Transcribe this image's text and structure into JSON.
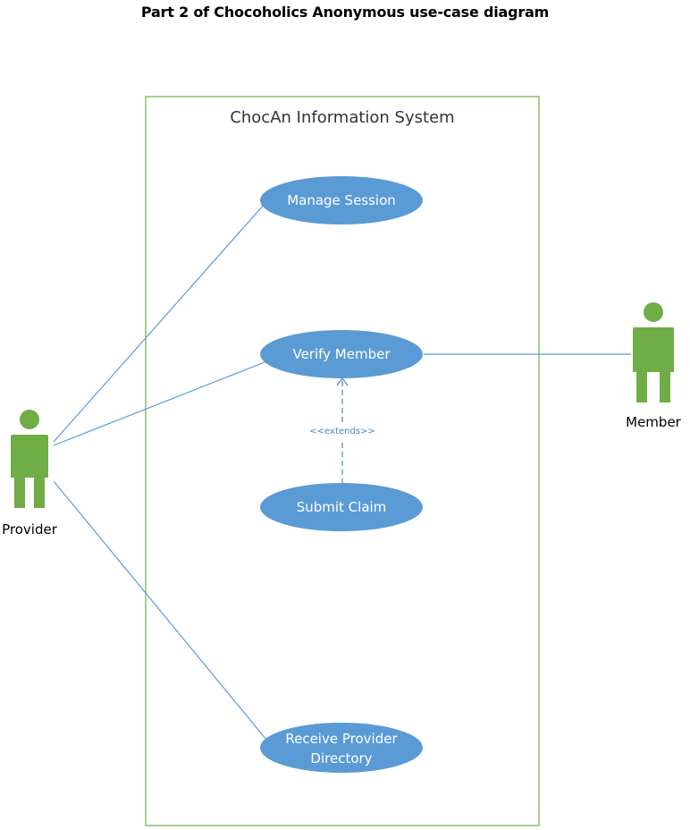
{
  "title": "Part 2 of Chocoholics Anonymous use-case diagram",
  "system": {
    "name": "ChocAn Information System"
  },
  "actors": {
    "provider": "Provider",
    "member": "Member"
  },
  "use_cases": {
    "manage_session": "Manage Session",
    "verify_member": "Verify Member",
    "submit_claim": "Submit Claim",
    "receive_provider_directory_line1": "Receive Provider",
    "receive_provider_directory_line2": "Directory"
  },
  "relationships": {
    "extends_label": "<<extends>>"
  },
  "colors": {
    "actor": "#70ad47",
    "use_case": "#5b9bd5",
    "system_border": "#70ad47",
    "association": "#5b9bd5",
    "extends": "#4a86c5"
  }
}
